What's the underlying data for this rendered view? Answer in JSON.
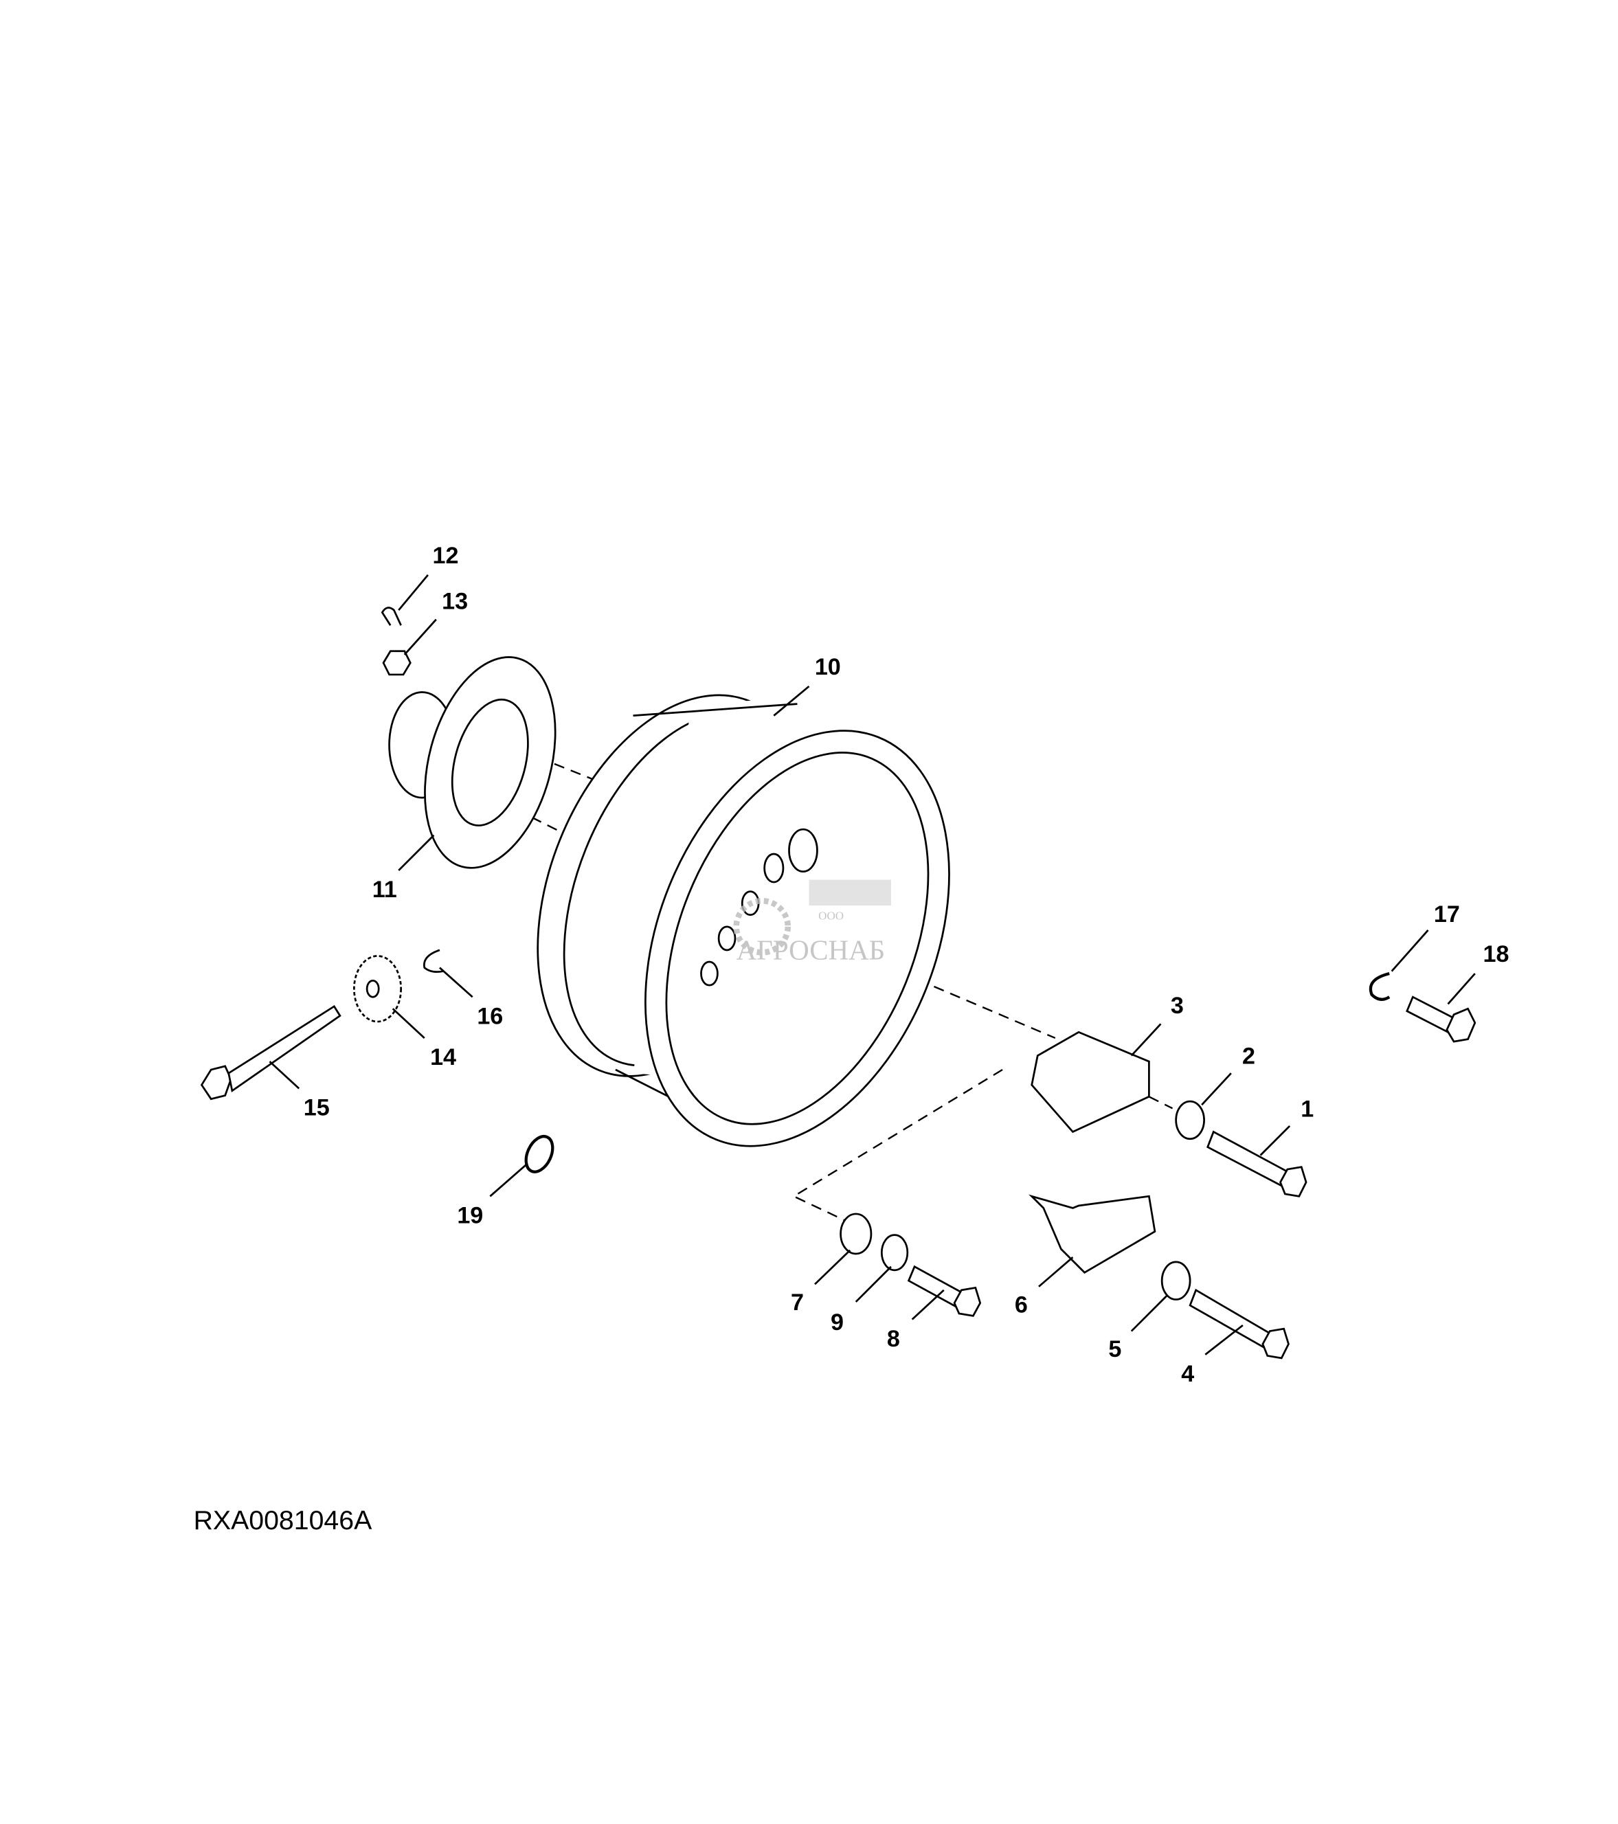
{
  "diagram": {
    "caption": "RXA0081046A",
    "callouts": [
      "1",
      "2",
      "3",
      "4",
      "5",
      "6",
      "7",
      "8",
      "9",
      "10",
      "11",
      "12",
      "13",
      "14",
      "15",
      "16",
      "17",
      "18",
      "19"
    ],
    "watermark": {
      "small": "ООО",
      "brand": "АГРОСНАБ"
    }
  }
}
